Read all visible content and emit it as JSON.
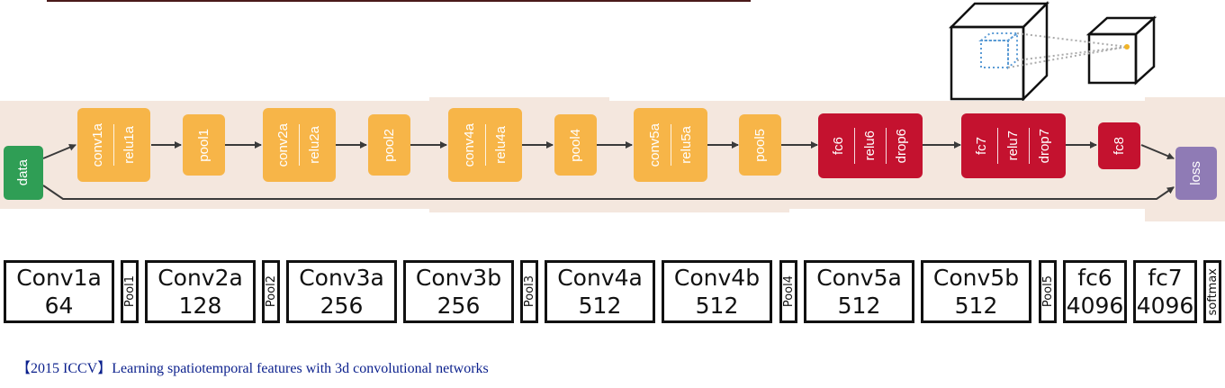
{
  "pipeline": {
    "data": "data",
    "conv1": [
      "conv1a",
      "relu1a"
    ],
    "pool1": "pool1",
    "conv2": [
      "conv2a",
      "relu2a"
    ],
    "pool2": "pool2",
    "conv4": [
      "conv4a",
      "relu4a"
    ],
    "pool4": "pool4",
    "conv5": [
      "conv5a",
      "relu5a"
    ],
    "pool5": "pool5",
    "fc6": [
      "fc6",
      "relu6",
      "drop6"
    ],
    "fc7": [
      "fc7",
      "relu7",
      "drop7"
    ],
    "fc8": "fc8",
    "loss": "loss"
  },
  "colors": {
    "band": "#f4e7de",
    "conv": "#f7b548",
    "fc": "#c4122f",
    "data": "#2f9e55",
    "loss": "#8f7bb5",
    "arrow": "#3a3a3a",
    "caption": "#0a1f8c"
  },
  "blocks": {
    "conv1a": {
      "name": "Conv1a",
      "size": "64"
    },
    "pool1": "Pool1",
    "conv2a": {
      "name": "Conv2a",
      "size": "128"
    },
    "pool2": "Pool2",
    "conv3a": {
      "name": "Conv3a",
      "size": "256"
    },
    "conv3b": {
      "name": "Conv3b",
      "size": "256"
    },
    "pool3": "Pool3",
    "conv4a": {
      "name": "Conv4a",
      "size": "512"
    },
    "conv4b": {
      "name": "Conv4b",
      "size": "512"
    },
    "pool4": "Pool4",
    "conv5a": {
      "name": "Conv5a",
      "size": "512"
    },
    "conv5b": {
      "name": "Conv5b",
      "size": "512"
    },
    "pool5": "Pool5",
    "fc6": {
      "name": "fc6",
      "size": "4096"
    },
    "fc7": {
      "name": "fc7",
      "size": "4096"
    },
    "softmax": "softmax"
  },
  "caption": "【2015 ICCV】Learning spatiotemporal features with 3d convolutional networks"
}
